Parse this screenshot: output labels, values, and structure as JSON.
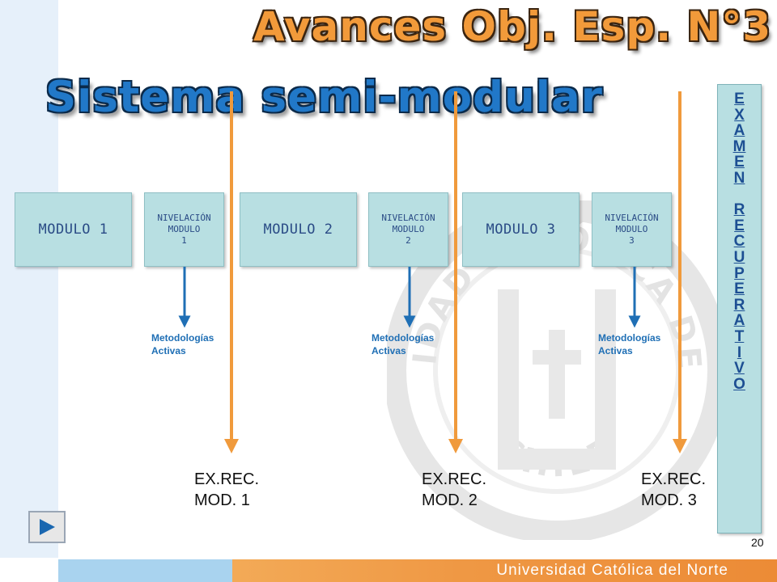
{
  "title": "Avances Obj. Esp. N°3",
  "subtitle": "Sistema semi-modular",
  "boxes": [
    {
      "label": "MODULO 1"
    },
    {
      "label": "NIVELACIÓN\nMODULO\n1"
    },
    {
      "label": "MODULO 2"
    },
    {
      "label": "NIVELACIÓN\nMODULO\n2"
    },
    {
      "label": "MODULO 3"
    },
    {
      "label": "NIVELACIÓN\nMODULO\n3"
    }
  ],
  "methodologies": [
    "Metodologías\nActivas",
    "Metodologías\nActivas",
    "Metodologías\nActivas"
  ],
  "exams": [
    "EX.REC.\nMOD. 1",
    "EX.REC.\nMOD. 2",
    "EX.REC.\nMOD. 3"
  ],
  "exam_vertical": [
    "E",
    "X",
    "A",
    "M",
    "E",
    "N",
    "",
    "R",
    "E",
    "C",
    "U",
    "P",
    "E",
    "R",
    "A",
    "T",
    "I",
    "V",
    "O"
  ],
  "page_number": "20",
  "footer": "Universidad Católica del Norte",
  "watermark": {
    "top_text": "UNIVERSIDAD CATÓLICA DEL NORTE",
    "bottom_text": "CHILE"
  },
  "colors": {
    "accent_orange": "#f29a3a",
    "accent_blue": "#2178c8",
    "box_fill": "#b8dfe2"
  },
  "icons": {
    "play_button": "play-triangle-icon"
  }
}
